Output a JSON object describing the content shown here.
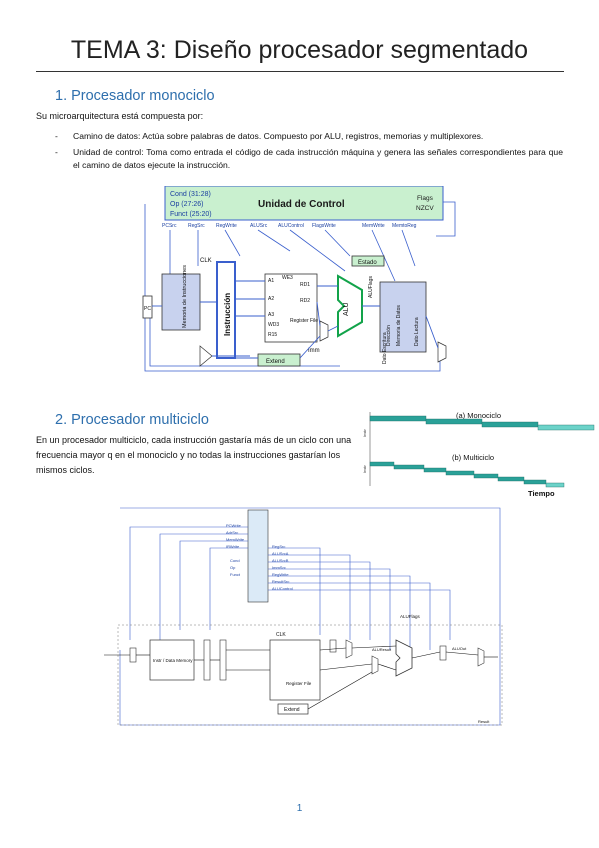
{
  "header": {
    "title": "TEMA 3: Diseño procesador segmentado"
  },
  "section1": {
    "heading": "1. Procesador monociclo",
    "intro": "Su microarquitectura está compuesta por:",
    "bullets": [
      "Camino de datos: Actúa sobre palabras de datos. Compuesto por ALU, registros, memorias y multiplexores.",
      "Unidad de control: Toma como entrada el código de cada instrucción máquina y genera las señales correspondientes para que el camino de datos ejecute la instrucción."
    ],
    "diagram": {
      "control_unit": "Unidad de Control",
      "inputs": [
        "Cond (31:28)",
        "Op (27:26)",
        "Funct (25:20)"
      ],
      "flags_label": "Flags",
      "flags_value": "NZCV",
      "signals": [
        "PCSrc",
        "RegSrc",
        "RegWrite",
        "ALUSrc",
        "ALUControl",
        "FlagsWrite",
        "MemWrite",
        "MemtoReg"
      ],
      "state": "Estado",
      "extend": "Extend",
      "instr_mem": "Memoria de Instrucciones",
      "instruction": "Instrucción",
      "register_file": "Register File",
      "alu": "ALU",
      "data_mem": "Memoria de Datos",
      "direction": "Dirección",
      "write_data": "Dato Escritura",
      "read_data": "Dato Lectura",
      "clk": "CLK",
      "pc": "PC",
      "imm": "Imm",
      "reg_ports": [
        "A1",
        "A2",
        "A3",
        "WD3",
        "RD1",
        "RD2",
        "WE3",
        "R15"
      ],
      "flags_word": "ALUFlags"
    }
  },
  "section2": {
    "heading": "2. Procesador multiciclo",
    "text": "En un procesador multiciclo, cada instrucción gastaría más de un ciclo con una frecuencia mayor q en el monociclo y no todas la instrucciones gastarían los mismos ciclos.",
    "timing": {
      "label_a": "(a) Monociclo",
      "label_b": "(b) Multiciclo",
      "xlabel": "Tiempo",
      "row_a_tag": "Instr",
      "row_b_tag": "Instr"
    },
    "diagram": {
      "control_unit_labels": [
        "PCWrite",
        "AdrSrc",
        "MemWrite",
        "IRWrite",
        "Cond",
        "Op",
        "Funct",
        "RegSrc",
        "ALUSrcA",
        "ALUSrcB",
        "ImmSrc",
        "RegWrite",
        "ResultSrc",
        "ALUControl"
      ],
      "memory": "Instr / Data Memory",
      "register_file": "Register File",
      "extend": "Extend",
      "alu_flags": "ALUFlags",
      "clk": "CLK",
      "result": "Result",
      "alu_result": "ALUResult",
      "alu_out": "ALUOut"
    }
  },
  "footer": {
    "page_number": "1"
  },
  "colors": {
    "heading": "#2e6fad",
    "control_green": "#c9f0cf",
    "wire_blue": "#3a5fcd",
    "timing_teal": "#2aa198"
  }
}
